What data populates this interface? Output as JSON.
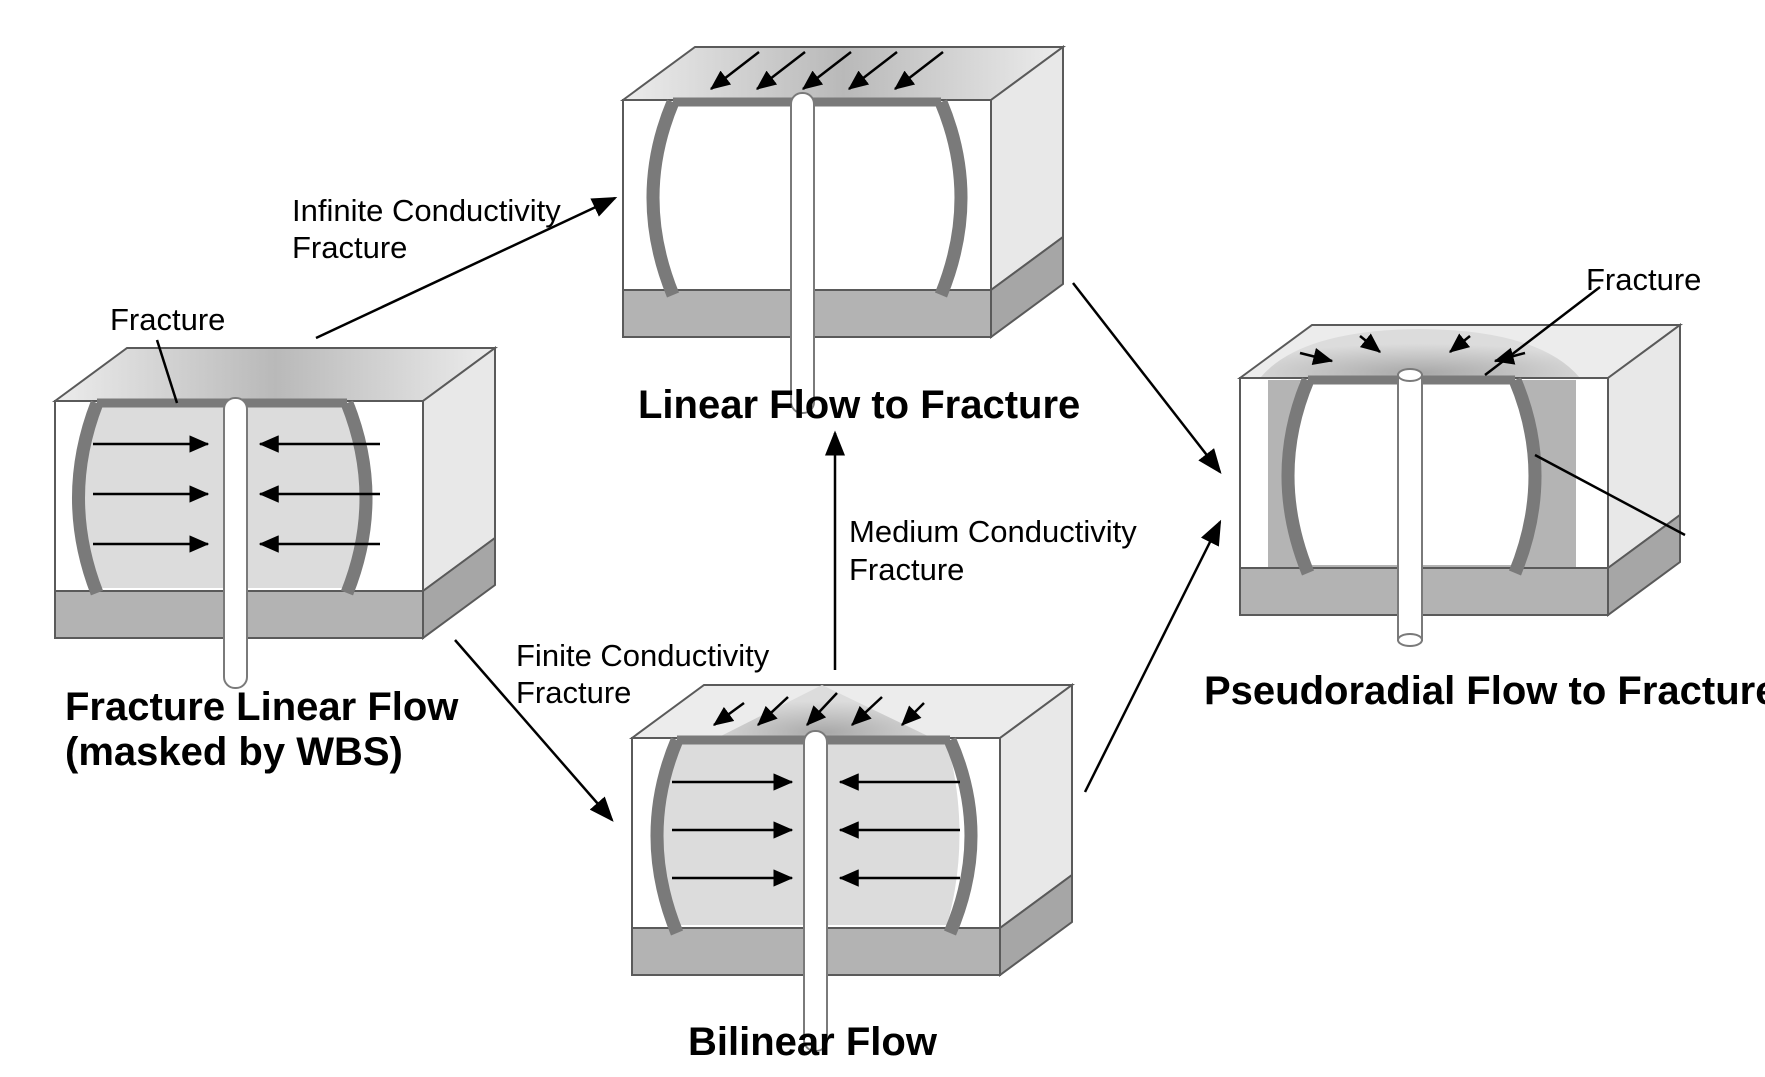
{
  "colors": {
    "front": "#ffffff",
    "side": "#e6e6e6",
    "top": "#c6c6c6",
    "top_light": "#ececec",
    "base": "#b3b3b3",
    "base_side": "#a3a3a3",
    "fracture": "#7a7a7a",
    "flow_zone": "#dcdcdc",
    "radial_zone": "#b4b4b4",
    "outline": "#5a5a5a",
    "arrow": "#000000"
  },
  "blocks": {
    "fracture_linear": {
      "title_line1": "Fracture Linear Flow",
      "title_line2": "(masked by WBS)",
      "fracture_label": "Fracture"
    },
    "linear_to_fracture": {
      "title": "Linear Flow to Fracture"
    },
    "bilinear": {
      "title": "Bilinear Flow"
    },
    "pseudoradial": {
      "title": "Pseudoradial Flow to Fracture",
      "fracture_label": "Fracture"
    }
  },
  "transitions": {
    "infinite": {
      "line1": "Infinite Conductivity",
      "line2": "Fracture"
    },
    "finite": {
      "line1": "Finite Conductivity",
      "line2": "Fracture"
    },
    "medium": {
      "line1": "Medium Conductivity",
      "line2": "Fracture"
    }
  }
}
